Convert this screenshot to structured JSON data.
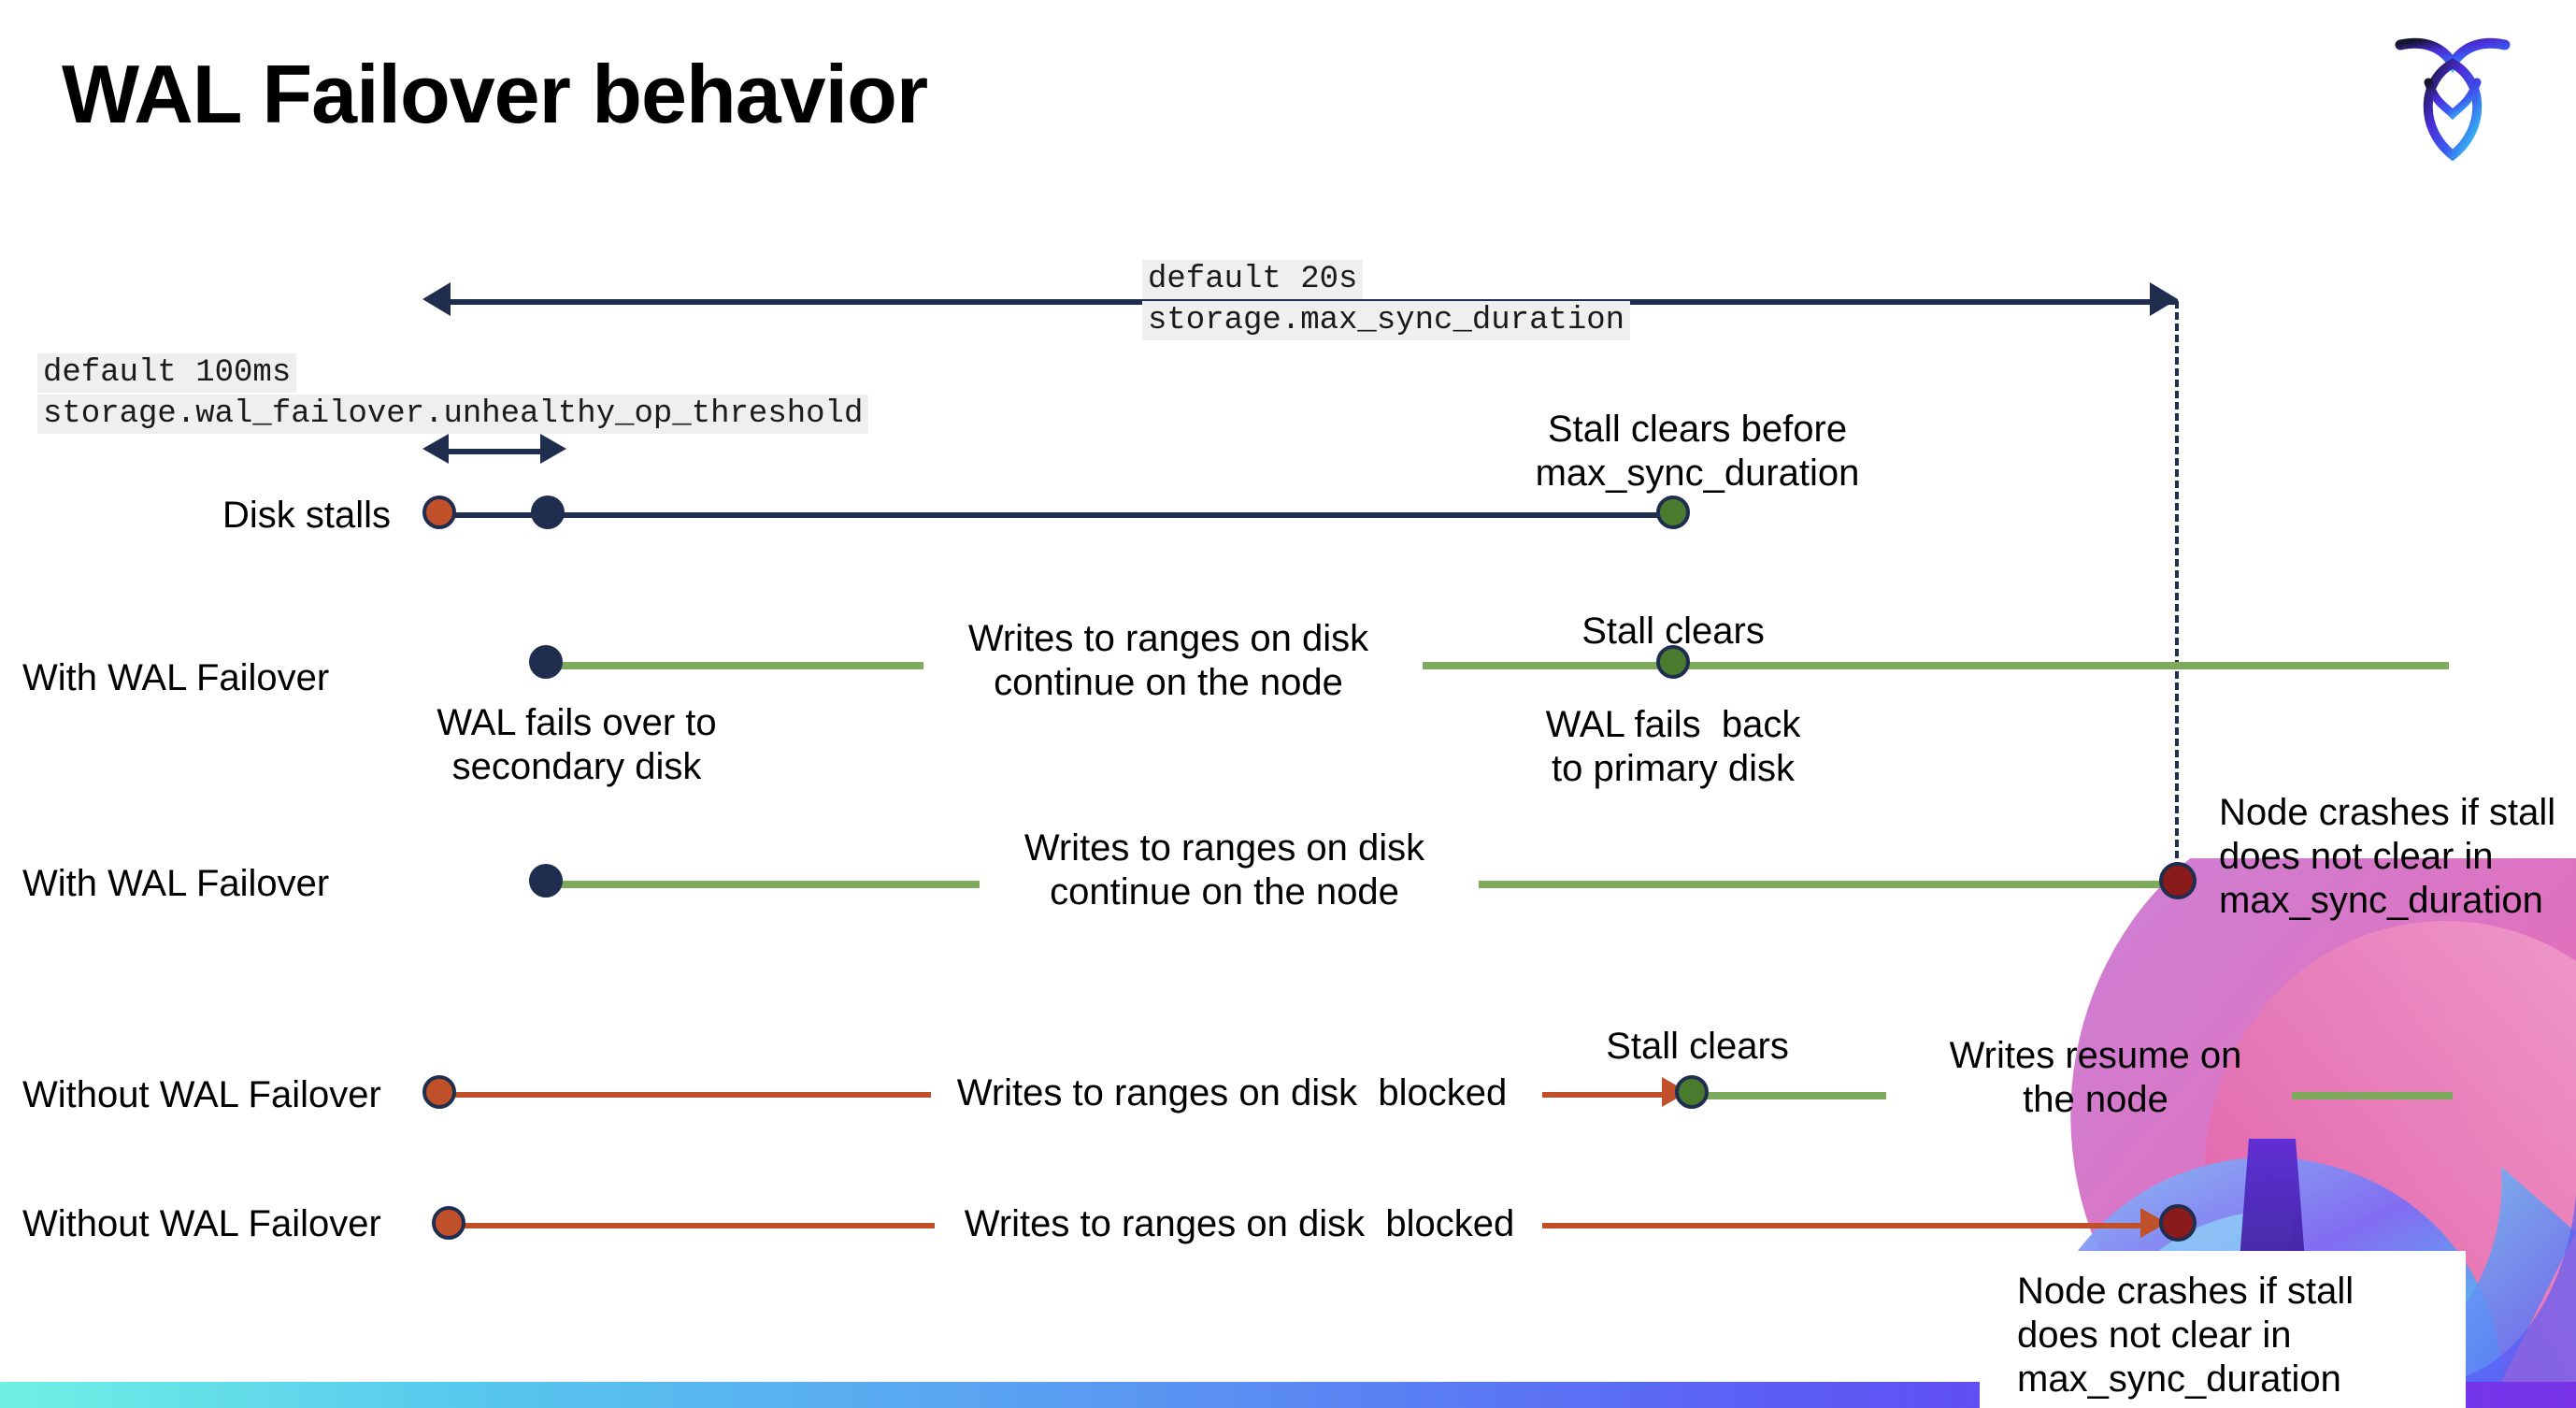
{
  "slide": {
    "title": "WAL Failover behavior",
    "logo_name": "cockroachdb-logo"
  },
  "annotations": {
    "max_sync": {
      "value_line": "default 20s",
      "setting_line": "storage.max_sync_duration"
    },
    "unhealthy_op": {
      "value_line": "default 100ms",
      "setting_line": "storage.wal_failover.unhealthy_op_threshold"
    }
  },
  "rows": [
    {
      "label": "Disk stalls",
      "notes": [
        {
          "text": "Stall clears before\nmax_sync_duration"
        }
      ]
    },
    {
      "label": "With WAL Failover",
      "notes": [
        {
          "text": "Writes to ranges on disk\ncontinue on the node"
        },
        {
          "text": "Stall clears"
        },
        {
          "text": "WAL fails over to\nsecondary disk"
        },
        {
          "text": "WAL fails  back\nto primary disk"
        }
      ]
    },
    {
      "label": "With WAL Failover",
      "notes": [
        {
          "text": "Writes to ranges on disk\ncontinue on the node"
        },
        {
          "text": "Node crashes if stall\ndoes not clear in\nmax_sync_duration"
        }
      ]
    },
    {
      "label": "Without WAL Failover",
      "notes": [
        {
          "text": "Writes to ranges on disk  blocked"
        },
        {
          "text": "Stall clears"
        },
        {
          "text": "Writes resume on\nthe node"
        }
      ]
    },
    {
      "label": "Without WAL Failover",
      "notes": [
        {
          "text": "Writes to ranges on disk  blocked"
        },
        {
          "text": "Node crashes if stall\ndoes not clear in\nmax_sync_duration"
        }
      ]
    }
  ],
  "colors": {
    "navy": "#1F2D4E",
    "green_line": "#7DAA5C",
    "green_dot": "#4A7A2E",
    "orange": "#C0502A",
    "dark_red": "#8B1A1A",
    "code_bg": "#efefef",
    "bottom_bar_start": "#6FF0E4",
    "bottom_bar_end": "#7A33E8"
  }
}
